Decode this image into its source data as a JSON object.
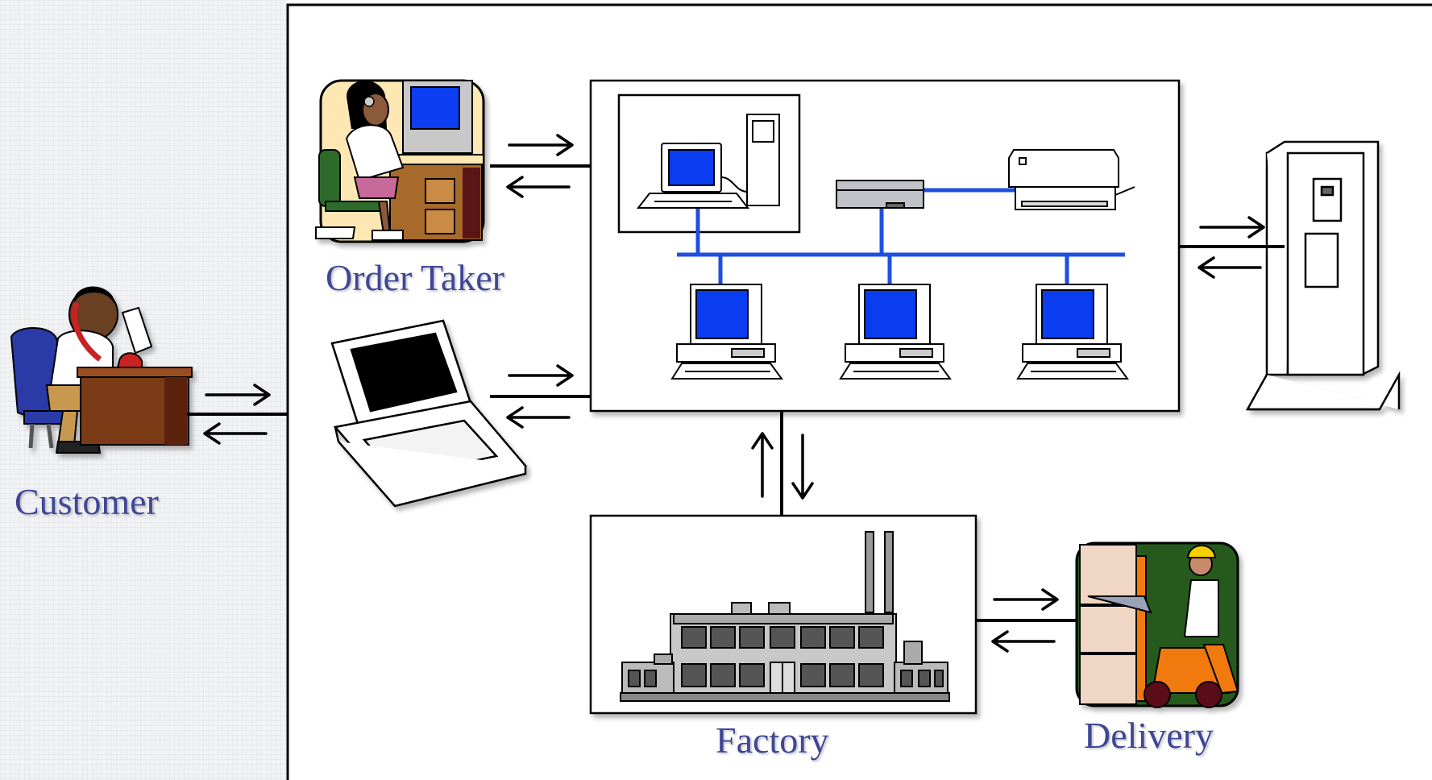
{
  "labels": {
    "customer": "Customer",
    "order_taker": "Order Taker",
    "factory": "Factory",
    "delivery": "Delivery"
  },
  "colors": {
    "label_text": "#3f4795",
    "network_blue": "#1f4fe0",
    "screen_blue": "#0a3cf0",
    "customer_panel": "#eef0f3",
    "line": "#000000"
  },
  "icons": {
    "customer": "person-on-phone-at-desk",
    "order_taker": "operator-with-headset-at-computer",
    "laptop": "laptop-computer",
    "network": "local-area-network",
    "server": "tower-server",
    "factory": "factory-building",
    "delivery": "forklift-worker"
  }
}
